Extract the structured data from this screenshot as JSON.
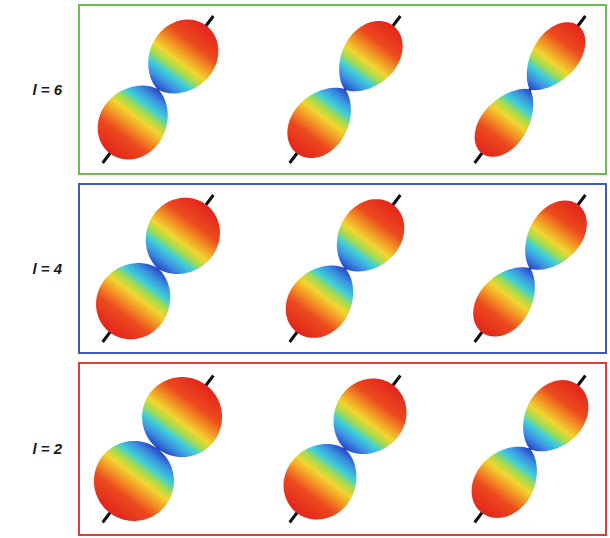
{
  "diagram": {
    "nodes": [
      {
        "text": [
          "l = 6"
        ]
      },
      {
        "text": [
          "l = 4"
        ]
      },
      {
        "text": [
          "l = 2"
        ]
      }
    ]
  }
}
